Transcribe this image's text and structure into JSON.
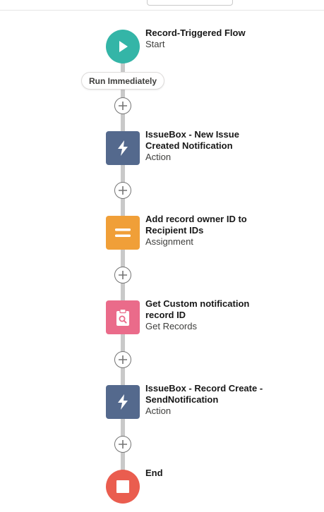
{
  "flow": {
    "start": {
      "title": "Record-Triggered Flow",
      "type": "Start",
      "icon": "play-icon",
      "color": "#34b5a7"
    },
    "run_label": "Run Immediately",
    "elements": [
      {
        "title_line1": "IssueBox - New Issue",
        "title_line2": "Created Notification",
        "type": "Action",
        "icon": "lightning-icon",
        "color": "#54698d"
      },
      {
        "title_line1": "Add record owner ID to",
        "title_line2": "Recipient IDs",
        "type": "Assignment",
        "icon": "equals-icon",
        "color": "#f09f38"
      },
      {
        "title_line1": "Get Custom notification",
        "title_line2": "record ID",
        "type": "Get Records",
        "icon": "clipboard-search-icon",
        "color": "#ea6b8a"
      },
      {
        "title_line1": "IssueBox - Record Create -",
        "title_line2": "SendNotification",
        "type": "Action",
        "icon": "lightning-icon",
        "color": "#54698d"
      }
    ],
    "end": {
      "title": "End",
      "icon": "stop-icon",
      "color": "#ea5d4f"
    }
  }
}
